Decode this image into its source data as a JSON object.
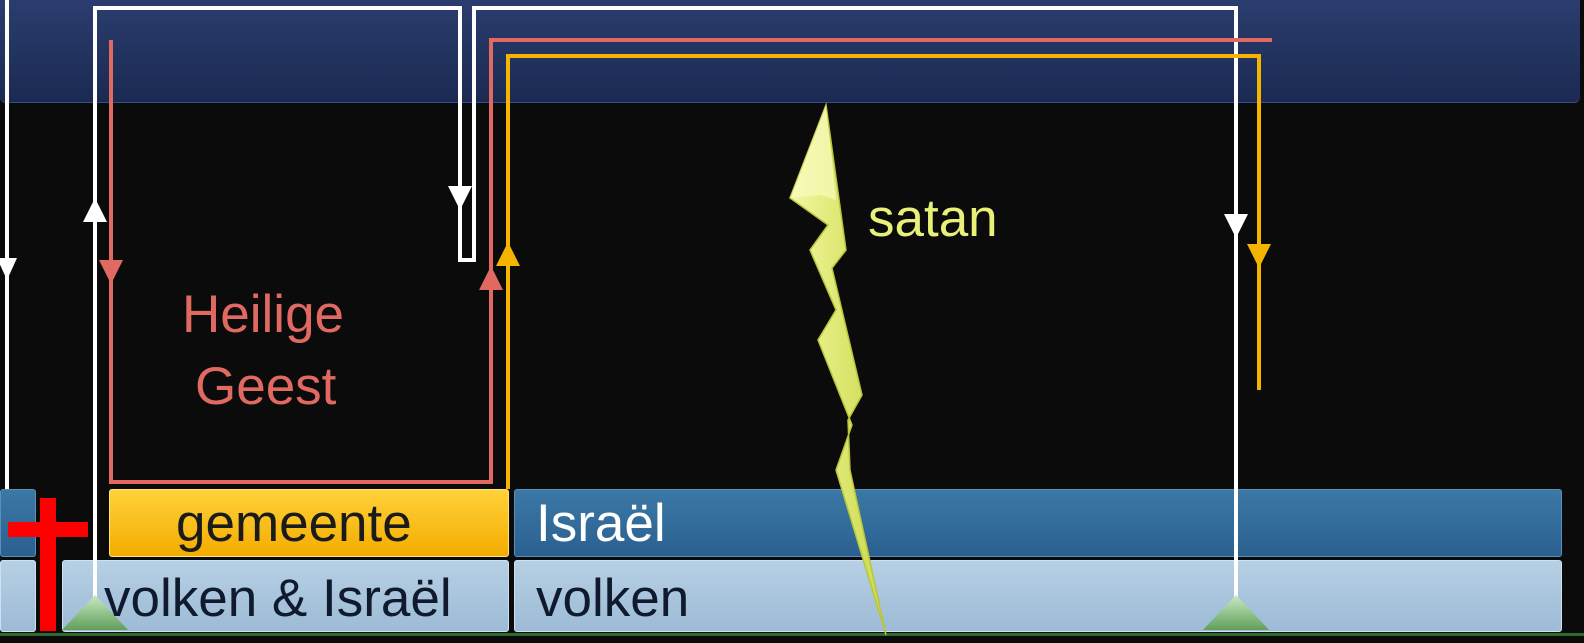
{
  "labels": {
    "holy_spirit_line1": "Heilige",
    "holy_spirit_line2": "Geest",
    "satan": "satan",
    "gemeente": "gemeente",
    "israel": "Israël",
    "nations_and_israel": "volken & Israël",
    "nations": "volken"
  },
  "colors": {
    "top_band": "#1f2f5c",
    "background": "#0b0b0b",
    "holy_spirit": "#e06a62",
    "gold_path": "#f5b400",
    "white_path": "#ffffff",
    "israel_bar": "#2f6797",
    "nations_bar": "#a9c6de",
    "gemeente_bar": "#f7bb08",
    "satan": "#e8f07a",
    "cross": "#ff0000",
    "mound": "#8fc58a"
  },
  "icons": [
    "cross-icon",
    "lightning-bolt-icon",
    "mound-icon"
  ]
}
